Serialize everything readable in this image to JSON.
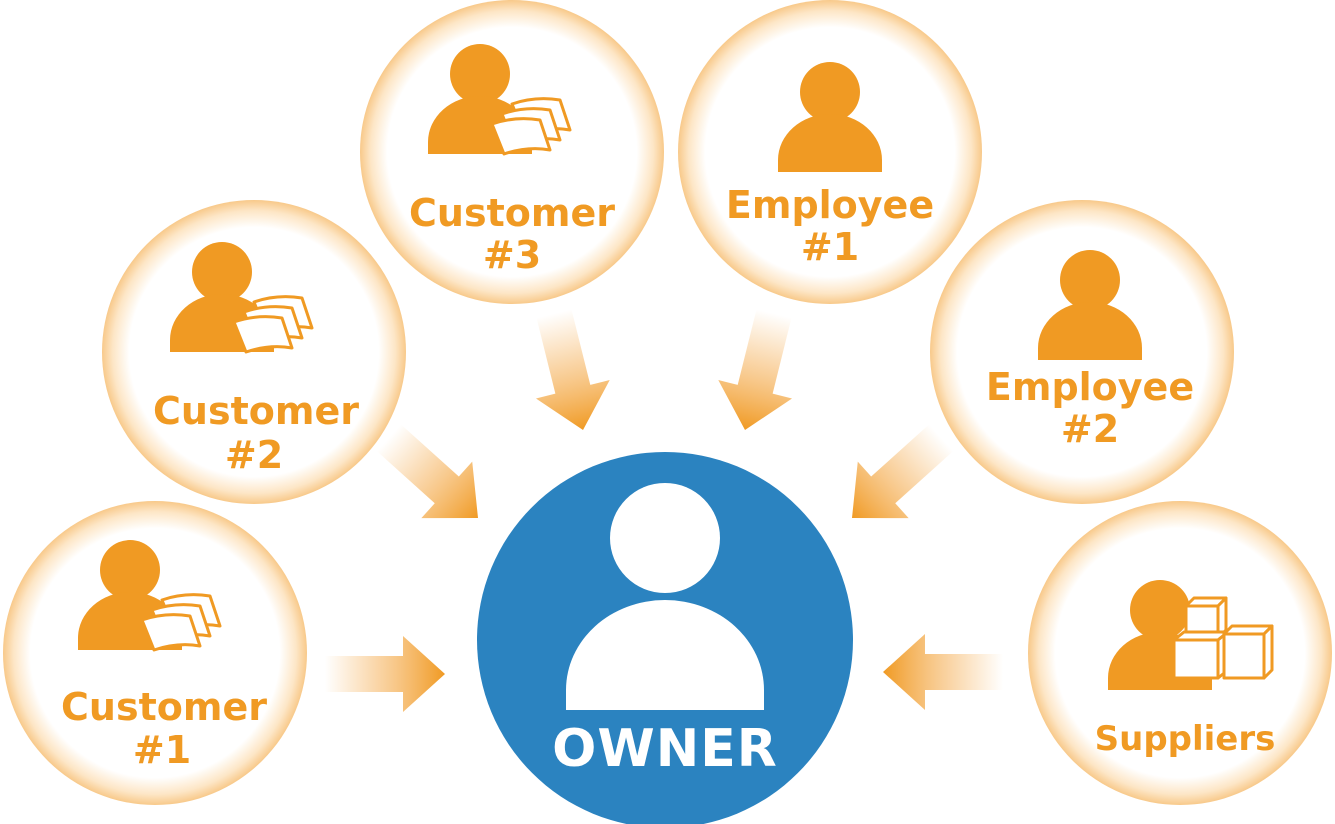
{
  "colors": {
    "accent": "#f09a23",
    "owner": "#2b83c0",
    "circle_edge": "#fbd8aa",
    "white": "#ffffff"
  },
  "owner": {
    "label": "OWNER",
    "icon": "person-icon"
  },
  "nodes": {
    "customer_1": {
      "line1": "Customer",
      "line2": "#1",
      "icon": "customer-money-icon"
    },
    "customer_2": {
      "line1": "Customer",
      "line2": "#2",
      "icon": "customer-money-icon"
    },
    "customer_3": {
      "line1": "Customer",
      "line2": "#3",
      "icon": "customer-money-icon"
    },
    "employee_1": {
      "line1": "Employee",
      "line2": "#1",
      "icon": "person-icon"
    },
    "employee_2": {
      "line1": "Employee",
      "line2": "#2",
      "icon": "person-icon"
    },
    "suppliers": {
      "line1": "Suppliers",
      "icon": "supplier-boxes-icon"
    }
  }
}
